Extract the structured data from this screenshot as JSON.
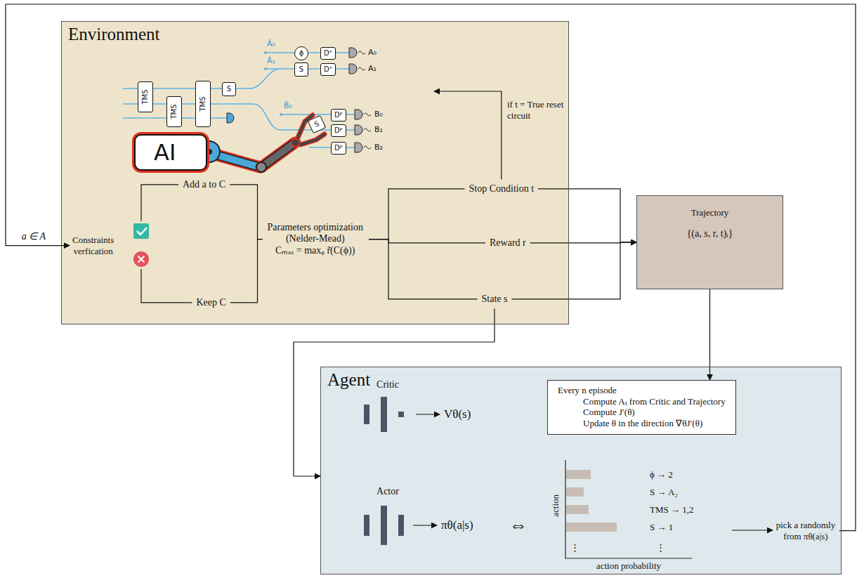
{
  "diagram": {
    "nodes": [
      {
        "text": [
          "Environment"
        ]
      },
      {
        "text": [
          "TMS"
        ],
        "in": 0
      },
      {
        "text": [
          "TMS"
        ],
        "in": 0
      },
      {
        "text": [
          "TMS"
        ],
        "in": 0
      },
      {
        "text": [
          "S"
        ],
        "in": 0
      },
      {
        "text": [
          "ϕ"
        ],
        "in": 0
      },
      {
        "text": [
          "Dˣ"
        ],
        "in": 0
      },
      {
        "text": [
          "S"
        ],
        "in": 0
      },
      {
        "text": [
          "Dˣ"
        ],
        "in": 0
      },
      {
        "text": [
          "Dᵖ"
        ],
        "in": 0
      },
      {
        "text": [
          "S"
        ],
        "in": 0
      },
      {
        "text": [
          "Dᵖ"
        ],
        "in": 0
      },
      {
        "text": [
          "Dᵖ"
        ],
        "in": 0
      },
      {
        "text": [
          "AI"
        ],
        "in": 0
      },
      {
        "text": [
          "Constraints verfication"
        ],
        "in": 0
      },
      {
        "text": [
          "Add a to C"
        ],
        "in": 0
      },
      {
        "text": [
          "Keep C"
        ],
        "in": 0
      },
      {
        "text": [
          "Parameters optimization",
          "(Nelder-Mead)",
          "Cₘₐₓ = maxᵩ r̃(C(ϕ))"
        ],
        "in": 0
      },
      {
        "text": [
          "Stop Condition t"
        ],
        "in": 0
      },
      {
        "text": [
          "Reward r"
        ],
        "in": 0
      },
      {
        "text": [
          "State s"
        ],
        "in": 0
      },
      {
        "text": [
          "Trajectory",
          "{(a, s, r, t)ᵢ}"
        ]
      },
      {
        "text": [
          "Agent"
        ]
      },
      {
        "text": [
          "Every n episode",
          "Compute Aₜ from Critic and Trajectory",
          "Compute J′(θ)",
          "Update θ in the direction ∇θJ′(θ)"
        ],
        "in": 22
      },
      {
        "text": [
          "pick a randomly from πθ(a|s)"
        ],
        "in": 22
      }
    ],
    "edges": [
      {
        "from": 24,
        "to": 14,
        "arrow": "to"
      },
      {
        "from": 14,
        "to": 15,
        "arrow": "none"
      },
      {
        "from": 14,
        "to": 16,
        "arrow": "none"
      },
      {
        "from": 15,
        "to": 17,
        "arrow": "none"
      },
      {
        "from": 16,
        "to": 17,
        "arrow": "none"
      },
      {
        "from": 17,
        "to": 18,
        "arrow": "none"
      },
      {
        "from": 17,
        "to": 19,
        "arrow": "none"
      },
      {
        "from": 17,
        "to": 20,
        "arrow": "none"
      },
      {
        "from": 18,
        "to": 21,
        "arrow": "to"
      },
      {
        "from": 19,
        "to": 21,
        "arrow": "to"
      },
      {
        "from": 20,
        "to": 21,
        "arrow": "to"
      },
      {
        "from": 21,
        "to": 23,
        "arrow": "to"
      },
      {
        "from": 20,
        "to": 22,
        "arrow": "to"
      }
    ],
    "labels": [
      "a ∈ A",
      "Â₀",
      "Â₁",
      "B̂₀",
      "A₀",
      "A₁",
      "B₀",
      "B₁",
      "B₂",
      "if t = True reset circuit",
      "Critic",
      "Vθ(s)",
      "Actor",
      "πθ(a|s)",
      "⇔",
      "action",
      "action probability",
      "ϕ → 2",
      "S → A₂",
      "TMS → 1,2",
      "S → 1",
      "⋮",
      "⋮"
    ]
  }
}
